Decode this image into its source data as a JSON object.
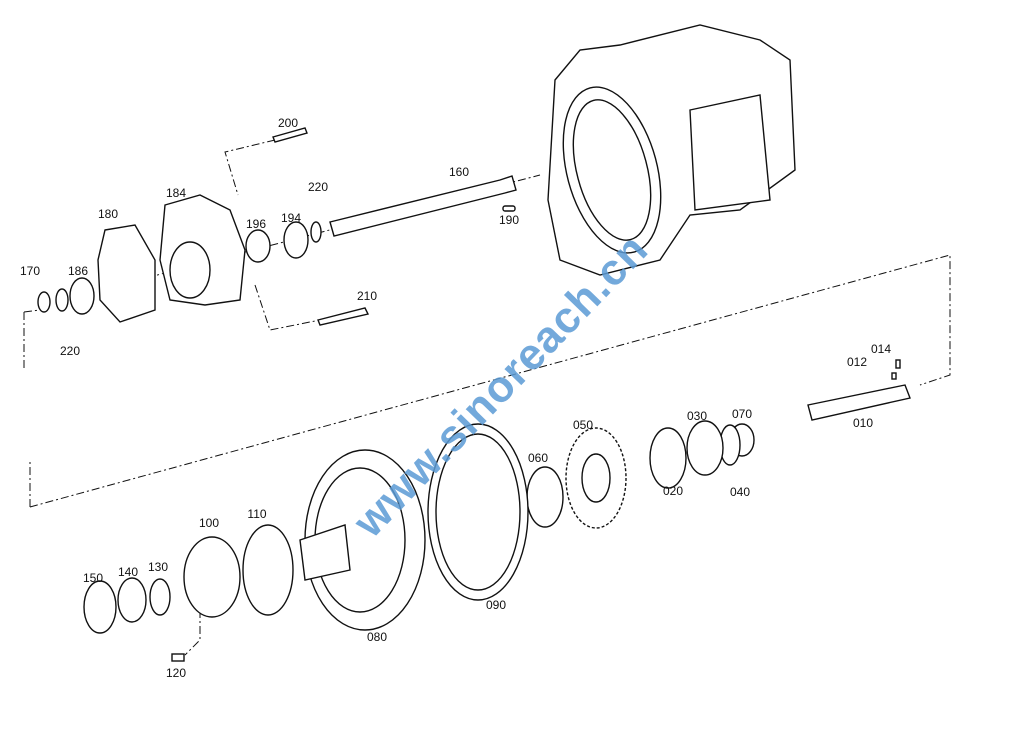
{
  "watermark": "www.sinoreach.cn",
  "labels": {
    "p200": "200",
    "p160": "160",
    "p220a": "220",
    "p184": "184",
    "p180": "180",
    "p196": "196",
    "p194": "194",
    "p190": "190",
    "p170": "170",
    "p186": "186",
    "p210": "210",
    "p220b": "220",
    "p014": "014",
    "p012": "012",
    "p010": "010",
    "p030": "030",
    "p070": "070",
    "p050": "050",
    "p060": "060",
    "p020": "020",
    "p040": "040",
    "p110": "110",
    "p100": "100",
    "p150": "150",
    "p140": "140",
    "p130": "130",
    "p090": "090",
    "p080": "080",
    "p120": "120"
  }
}
